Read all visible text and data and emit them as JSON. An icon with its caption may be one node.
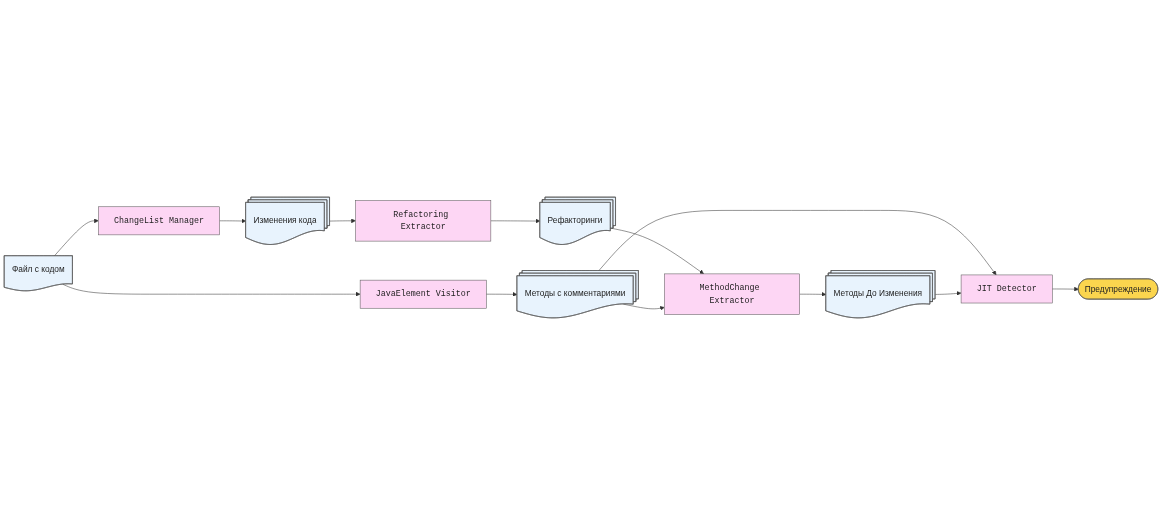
{
  "diagram": {
    "nodes": [
      {
        "text": [
          "Файл с кодом"
        ]
      },
      {
        "text": [
          "ChangeList Manager"
        ]
      },
      {
        "text": [
          "Изменения кода"
        ]
      },
      {
        "text": [
          "Refactoring Extractor"
        ]
      },
      {
        "text": [
          "Рефакторинги"
        ]
      },
      {
        "text": [
          "JavaElement Visitor"
        ]
      },
      {
        "text": [
          "Методы с комментариями"
        ]
      },
      {
        "text": [
          "MethodChange Extractor"
        ]
      },
      {
        "text": [
          "Методы До Изменения"
        ]
      },
      {
        "text": [
          "JIT Detector"
        ]
      },
      {
        "text": [
          "Предупреждение"
        ]
      }
    ],
    "edges": [
      {
        "from": 0,
        "to": 1,
        "arrow": "to"
      },
      {
        "from": 0,
        "to": 5,
        "arrow": "to"
      },
      {
        "from": 1,
        "to": 2,
        "arrow": "to"
      },
      {
        "from": 2,
        "to": 3,
        "arrow": "to"
      },
      {
        "from": 3,
        "to": 4,
        "arrow": "to"
      },
      {
        "from": 4,
        "to": 7,
        "arrow": "to"
      },
      {
        "from": 5,
        "to": 6,
        "arrow": "to"
      },
      {
        "from": 6,
        "to": 9,
        "arrow": "to"
      },
      {
        "from": 6,
        "to": 7,
        "arrow": "to"
      },
      {
        "from": 7,
        "to": 8,
        "arrow": "to"
      },
      {
        "from": 8,
        "to": 9,
        "arrow": "to"
      },
      {
        "from": 9,
        "to": 10,
        "arrow": "to"
      }
    ]
  }
}
